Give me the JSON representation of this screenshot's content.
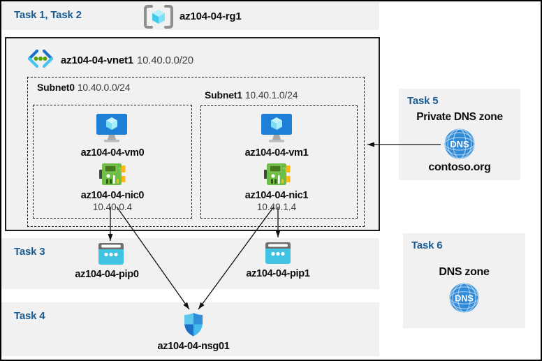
{
  "header": {
    "task_label": "Task 1, Task 2",
    "rg_name": "az104-04-rg1"
  },
  "vnet": {
    "name": "az104-04-vnet1",
    "cidr": "10.40.0.0/20",
    "subnets": [
      {
        "name": "Subnet0",
        "cidr": "10.40.0.0/24",
        "vm": "az104-04-vm0",
        "nic": "az104-04-nic0",
        "ip": "10.40.0.4"
      },
      {
        "name": "Subnet1",
        "cidr": "10.40.1.0/24",
        "vm": "az104-04-vm1",
        "nic": "az104-04-nic1",
        "ip": "10.40.1.4"
      }
    ]
  },
  "task3": {
    "label": "Task 3",
    "pip0": "az104-04-pip0",
    "pip1": "az104-04-pip1"
  },
  "task4": {
    "label": "Task 4",
    "nsg": "az104-04-nsg01"
  },
  "task5": {
    "label": "Task 5",
    "title": "Private DNS zone",
    "zone": "contoso.org",
    "dns_label": "DNS"
  },
  "task6": {
    "label": "Task 6",
    "title": "DNS zone",
    "dns_label": "DNS"
  },
  "colors": {
    "task_accent_blue": "#1a5c92",
    "band_background": "#f1f1f1",
    "vm_monitor_blue": "#1e7fd7",
    "nic_green": "#6dbe45",
    "nic_yellow": "#fdb813",
    "public_ip_cyan": "#40c2e2",
    "dns_globe_blue": "#2f8bd8",
    "nsg_shield_blue": "#2f8fdd",
    "arrow_black": "#111111"
  }
}
